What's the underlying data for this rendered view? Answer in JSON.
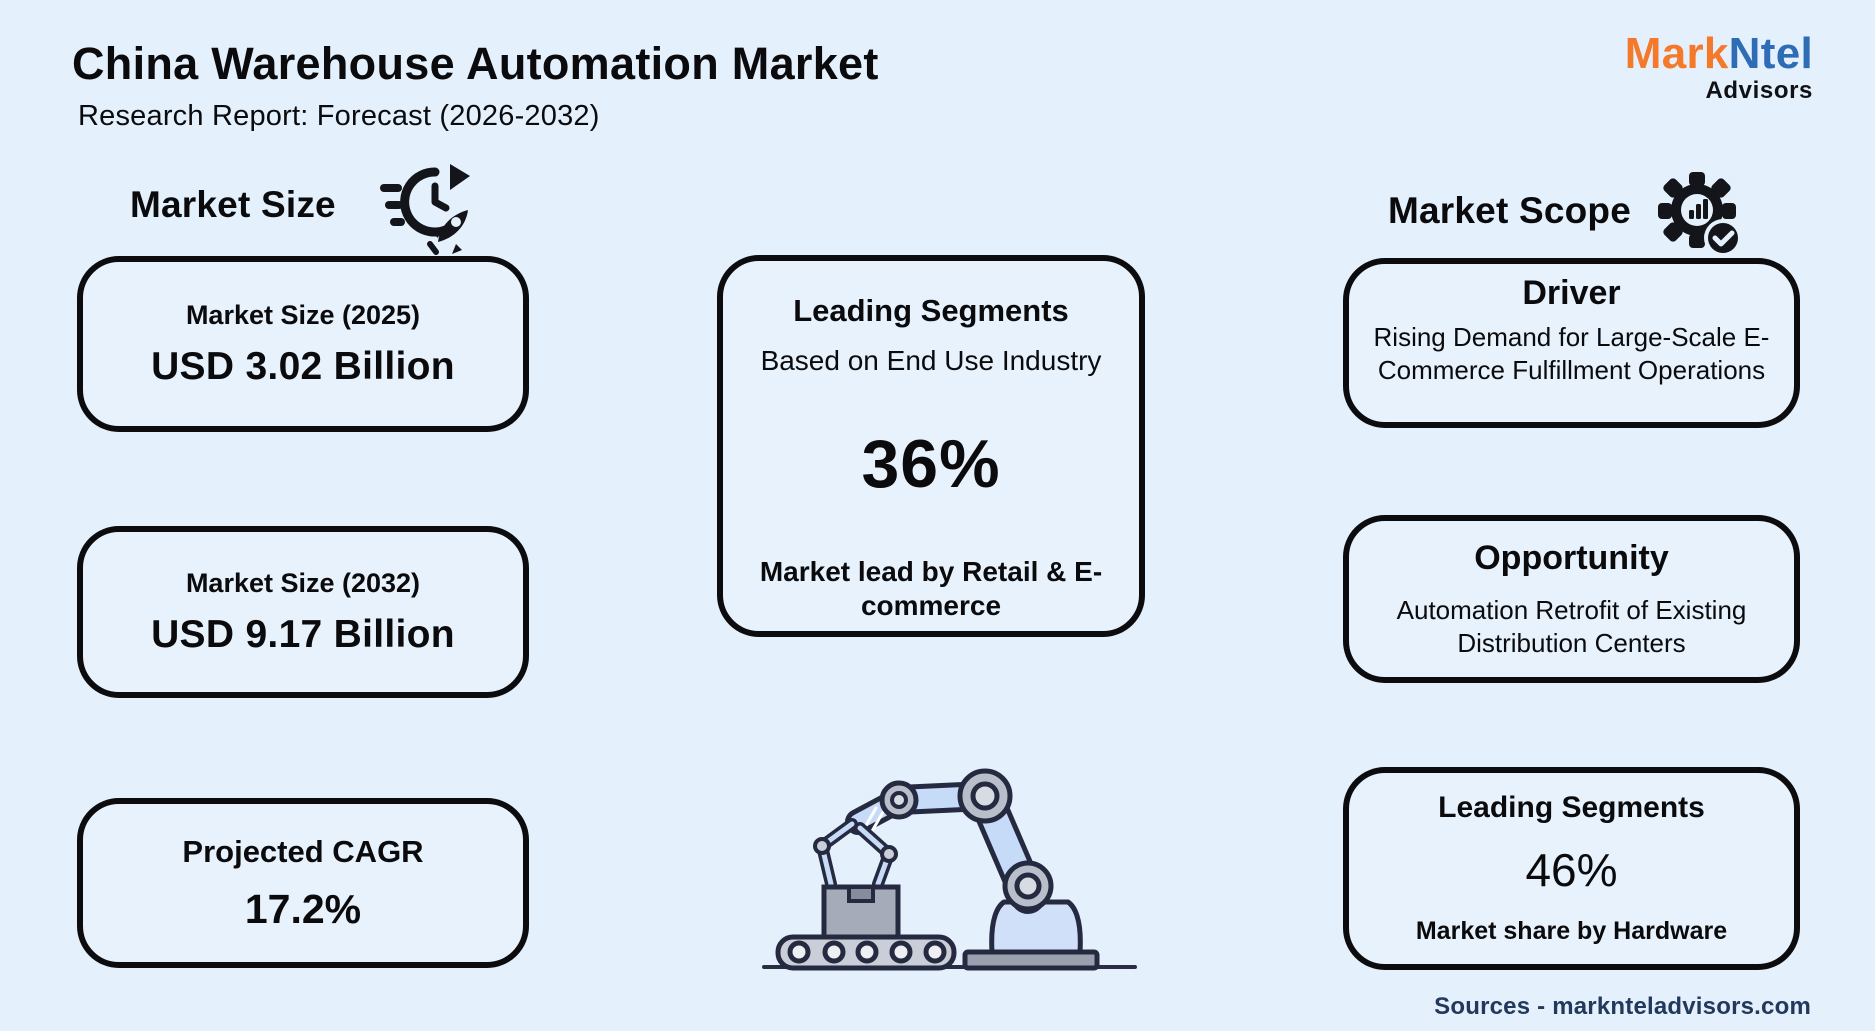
{
  "header": {
    "title": "China Warehouse Automation Market",
    "subtitle": "Research Report: Forecast (2026-2032)"
  },
  "logo": {
    "mark": "Mark",
    "ntel": "Ntel",
    "advisors": "Advisors"
  },
  "sections": {
    "market_size": {
      "heading": "Market Size",
      "icon": "clock-speed-rocket-icon"
    },
    "market_scope": {
      "heading": "Market Scope",
      "icon": "gear-bar-chart-check-icon"
    }
  },
  "left_boxes": [
    {
      "label": "Market Size (2025)",
      "value": "USD 3.02 Billion"
    },
    {
      "label": "Market Size (2032)",
      "value": "USD 9.17 Billion"
    },
    {
      "label": "Projected CAGR",
      "value": "17.2%"
    }
  ],
  "center_box": {
    "title": "Leading Segments",
    "subtitle": "Based on End Use Industry",
    "value": "36%",
    "caption": "Market lead by Retail & E-commerce"
  },
  "right_boxes": [
    {
      "title": "Driver",
      "text": "Rising Demand for Large-Scale E-Commerce Fulfillment Operations"
    },
    {
      "title": "Opportunity",
      "text": "Automation Retrofit of Existing Distribution Centers"
    },
    {
      "title": "Leading Segments",
      "value": "46%",
      "text": "Market share by Hardware"
    }
  ],
  "illustration": "robot-arm-conveyor-illustration",
  "footer": {
    "sources": "Sources - marknteladvisors.com"
  },
  "colors": {
    "background": "#E4F0FC",
    "card_border": "#0C0C0E",
    "logo_orange": "#F4792B",
    "logo_blue": "#2E6CB5",
    "footer_text": "#22395C"
  }
}
